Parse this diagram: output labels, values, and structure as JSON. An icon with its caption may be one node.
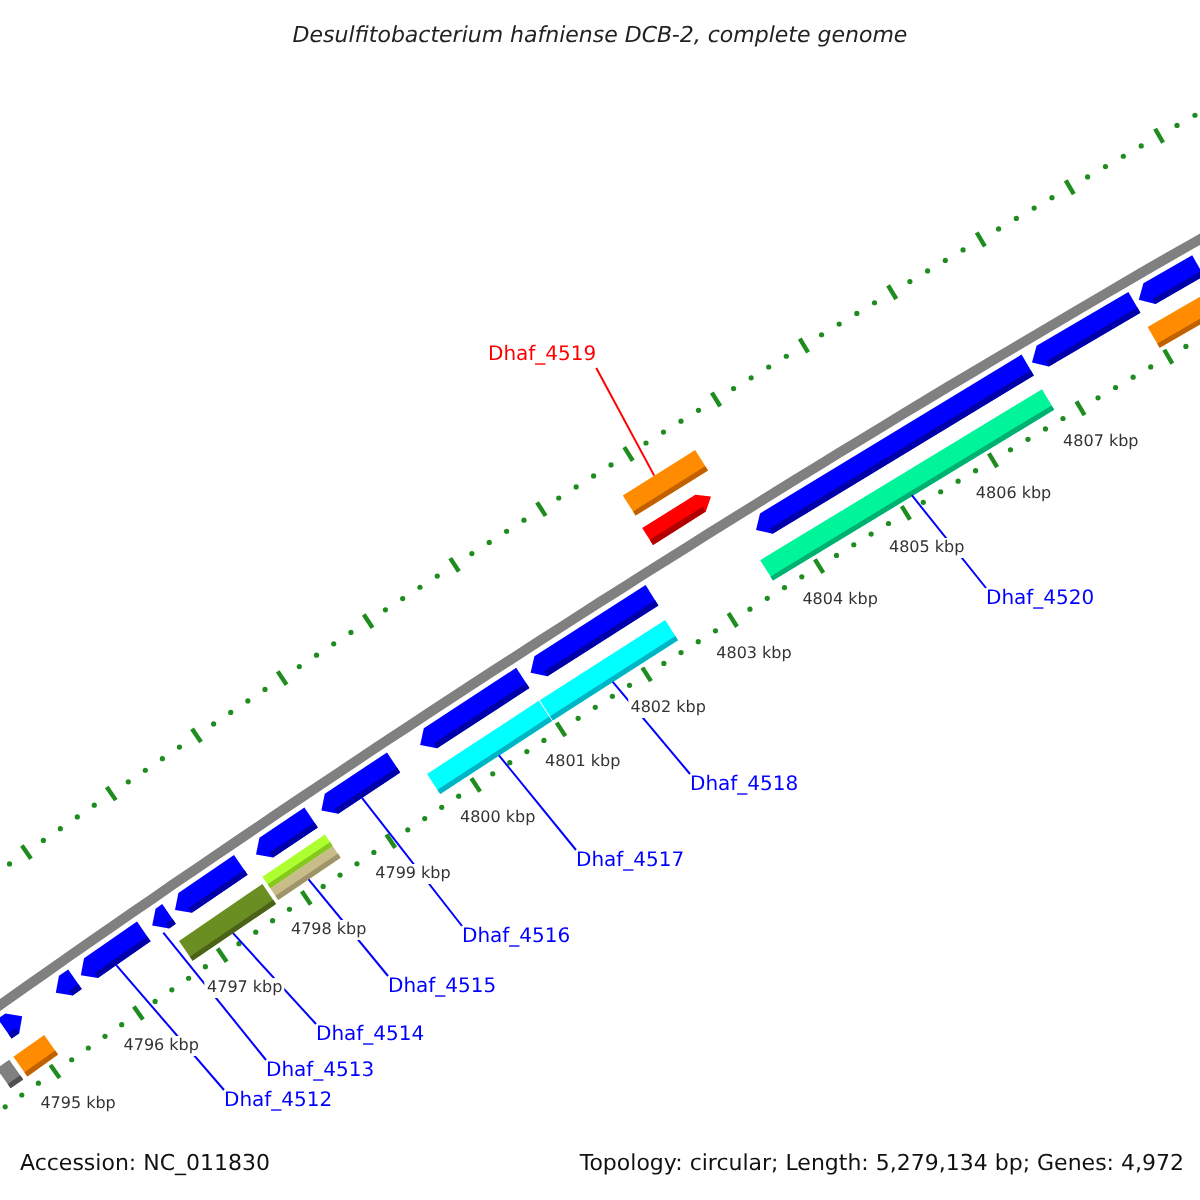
{
  "diagram": {
    "title": "Desulfitobacterium hafniense DCB-2, complete genome",
    "nodes": [
      {
        "text": [
          "Dhaf_4519"
        ]
      },
      {
        "text": [
          "Dhaf_4520"
        ]
      },
      {
        "text": [
          "Dhaf_4518"
        ]
      },
      {
        "text": [
          "Dhaf_4517"
        ]
      },
      {
        "text": [
          "Dhaf_4516"
        ]
      },
      {
        "text": [
          "Dhaf_4515"
        ]
      },
      {
        "text": [
          "Dhaf_4514"
        ]
      },
      {
        "text": [
          "Dhaf_4513"
        ]
      },
      {
        "text": [
          "Dhaf_4512"
        ]
      },
      {
        "text": [],
        "shape": "bar"
      },
      {
        "text": [],
        "shape": "bar"
      },
      {
        "text": [],
        "shape": "bar"
      },
      {
        "text": [],
        "shape": "bar"
      },
      {
        "text": [],
        "shape": "bar"
      },
      {
        "text": [],
        "shape": "bar"
      },
      {
        "text": [],
        "shape": "bar"
      },
      {
        "text": [],
        "shape": "bar"
      },
      {
        "text": [],
        "shape": "bar"
      },
      {
        "text": [],
        "shape": "bar"
      },
      {
        "text": [],
        "shape": "bar"
      },
      {
        "text": [],
        "shape": "bar"
      },
      {
        "text": [],
        "shape": "bar"
      },
      {
        "text": [],
        "shape": "bar"
      },
      {
        "text": [],
        "shape": "bar"
      },
      {
        "text": [],
        "shape": "bar"
      },
      {
        "text": [],
        "shape": "bar"
      },
      {
        "text": [],
        "shape": "bar"
      },
      {
        "text": [],
        "shape": "bar"
      },
      {
        "text": [],
        "shape": "bar"
      },
      {
        "text": [],
        "shape": "bar"
      },
      {
        "text": [],
        "shape": "bar"
      },
      {
        "text": [],
        "shape": "bar"
      }
    ],
    "edges": [
      {
        "from": 0,
        "to": 26,
        "arrow": "none",
        "color": "#ff0000"
      },
      {
        "from": 1,
        "to": 27,
        "arrow": "none"
      },
      {
        "from": 2,
        "to": 23,
        "arrow": "none"
      },
      {
        "from": 3,
        "to": 21,
        "arrow": "none"
      },
      {
        "from": 4,
        "to": 20,
        "arrow": "none"
      },
      {
        "from": 5,
        "to": 18,
        "arrow": "none"
      },
      {
        "from": 6,
        "to": 15,
        "arrow": "none"
      },
      {
        "from": 7,
        "to": 14,
        "arrow": "none"
      },
      {
        "from": 8,
        "to": 13,
        "arrow": "none"
      }
    ],
    "labels": [
      "4807 kbp",
      "4806 kbp",
      "4805 kbp",
      "4804 kbp",
      "4803 kbp",
      "4802 kbp",
      "4801 kbp",
      "4800 kbp",
      "4799 kbp",
      "4798 kbp",
      "4797 kbp",
      "4796 kbp",
      "4795 kbp",
      "Accession: NC_011830",
      "Topology: circular; Length: 5,279,134 bp; Genes: 4,972"
    ]
  }
}
